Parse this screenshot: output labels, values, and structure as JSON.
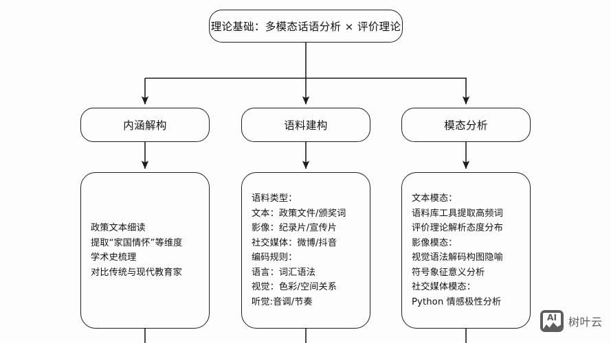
{
  "diagram": {
    "root": {
      "label": "理论基础：多模态话语分析 × 评价理论"
    },
    "stages": [
      {
        "label": "内涵解构"
      },
      {
        "label": "语料建构"
      },
      {
        "label": "模态分析"
      }
    ],
    "details": [
      {
        "lines": [
          "政策文本细读",
          "提取“家国情怀”等维度",
          "学术史梳理",
          "对比传统与现代教育家"
        ]
      },
      {
        "lines": [
          "语料类型：",
          "文本：政策文件/颁奖词",
          "影像：纪录片/宣传片",
          "社交媒体：微博/抖音",
          "编码规则：",
          "语言：词汇语法",
          "视觉：色彩/空间关系",
          "听觉:音调/节奏"
        ]
      },
      {
        "lines": [
          "文本模态：",
          "语料库工具提取高频词",
          "评价理论解析态度分布",
          "影像模态：",
          "视觉语法解码构图隐喻",
          "符号象征意义分析",
          "社交媒体模态：",
          "Python 情感极性分析"
        ]
      }
    ]
  },
  "watermark": {
    "icon_label": "AI",
    "text": "树叶云"
  },
  "colors": {
    "stroke": "#1c1c1c",
    "text": "#111111",
    "background": "#fdfdfd",
    "watermark": "#5d5d5d"
  }
}
